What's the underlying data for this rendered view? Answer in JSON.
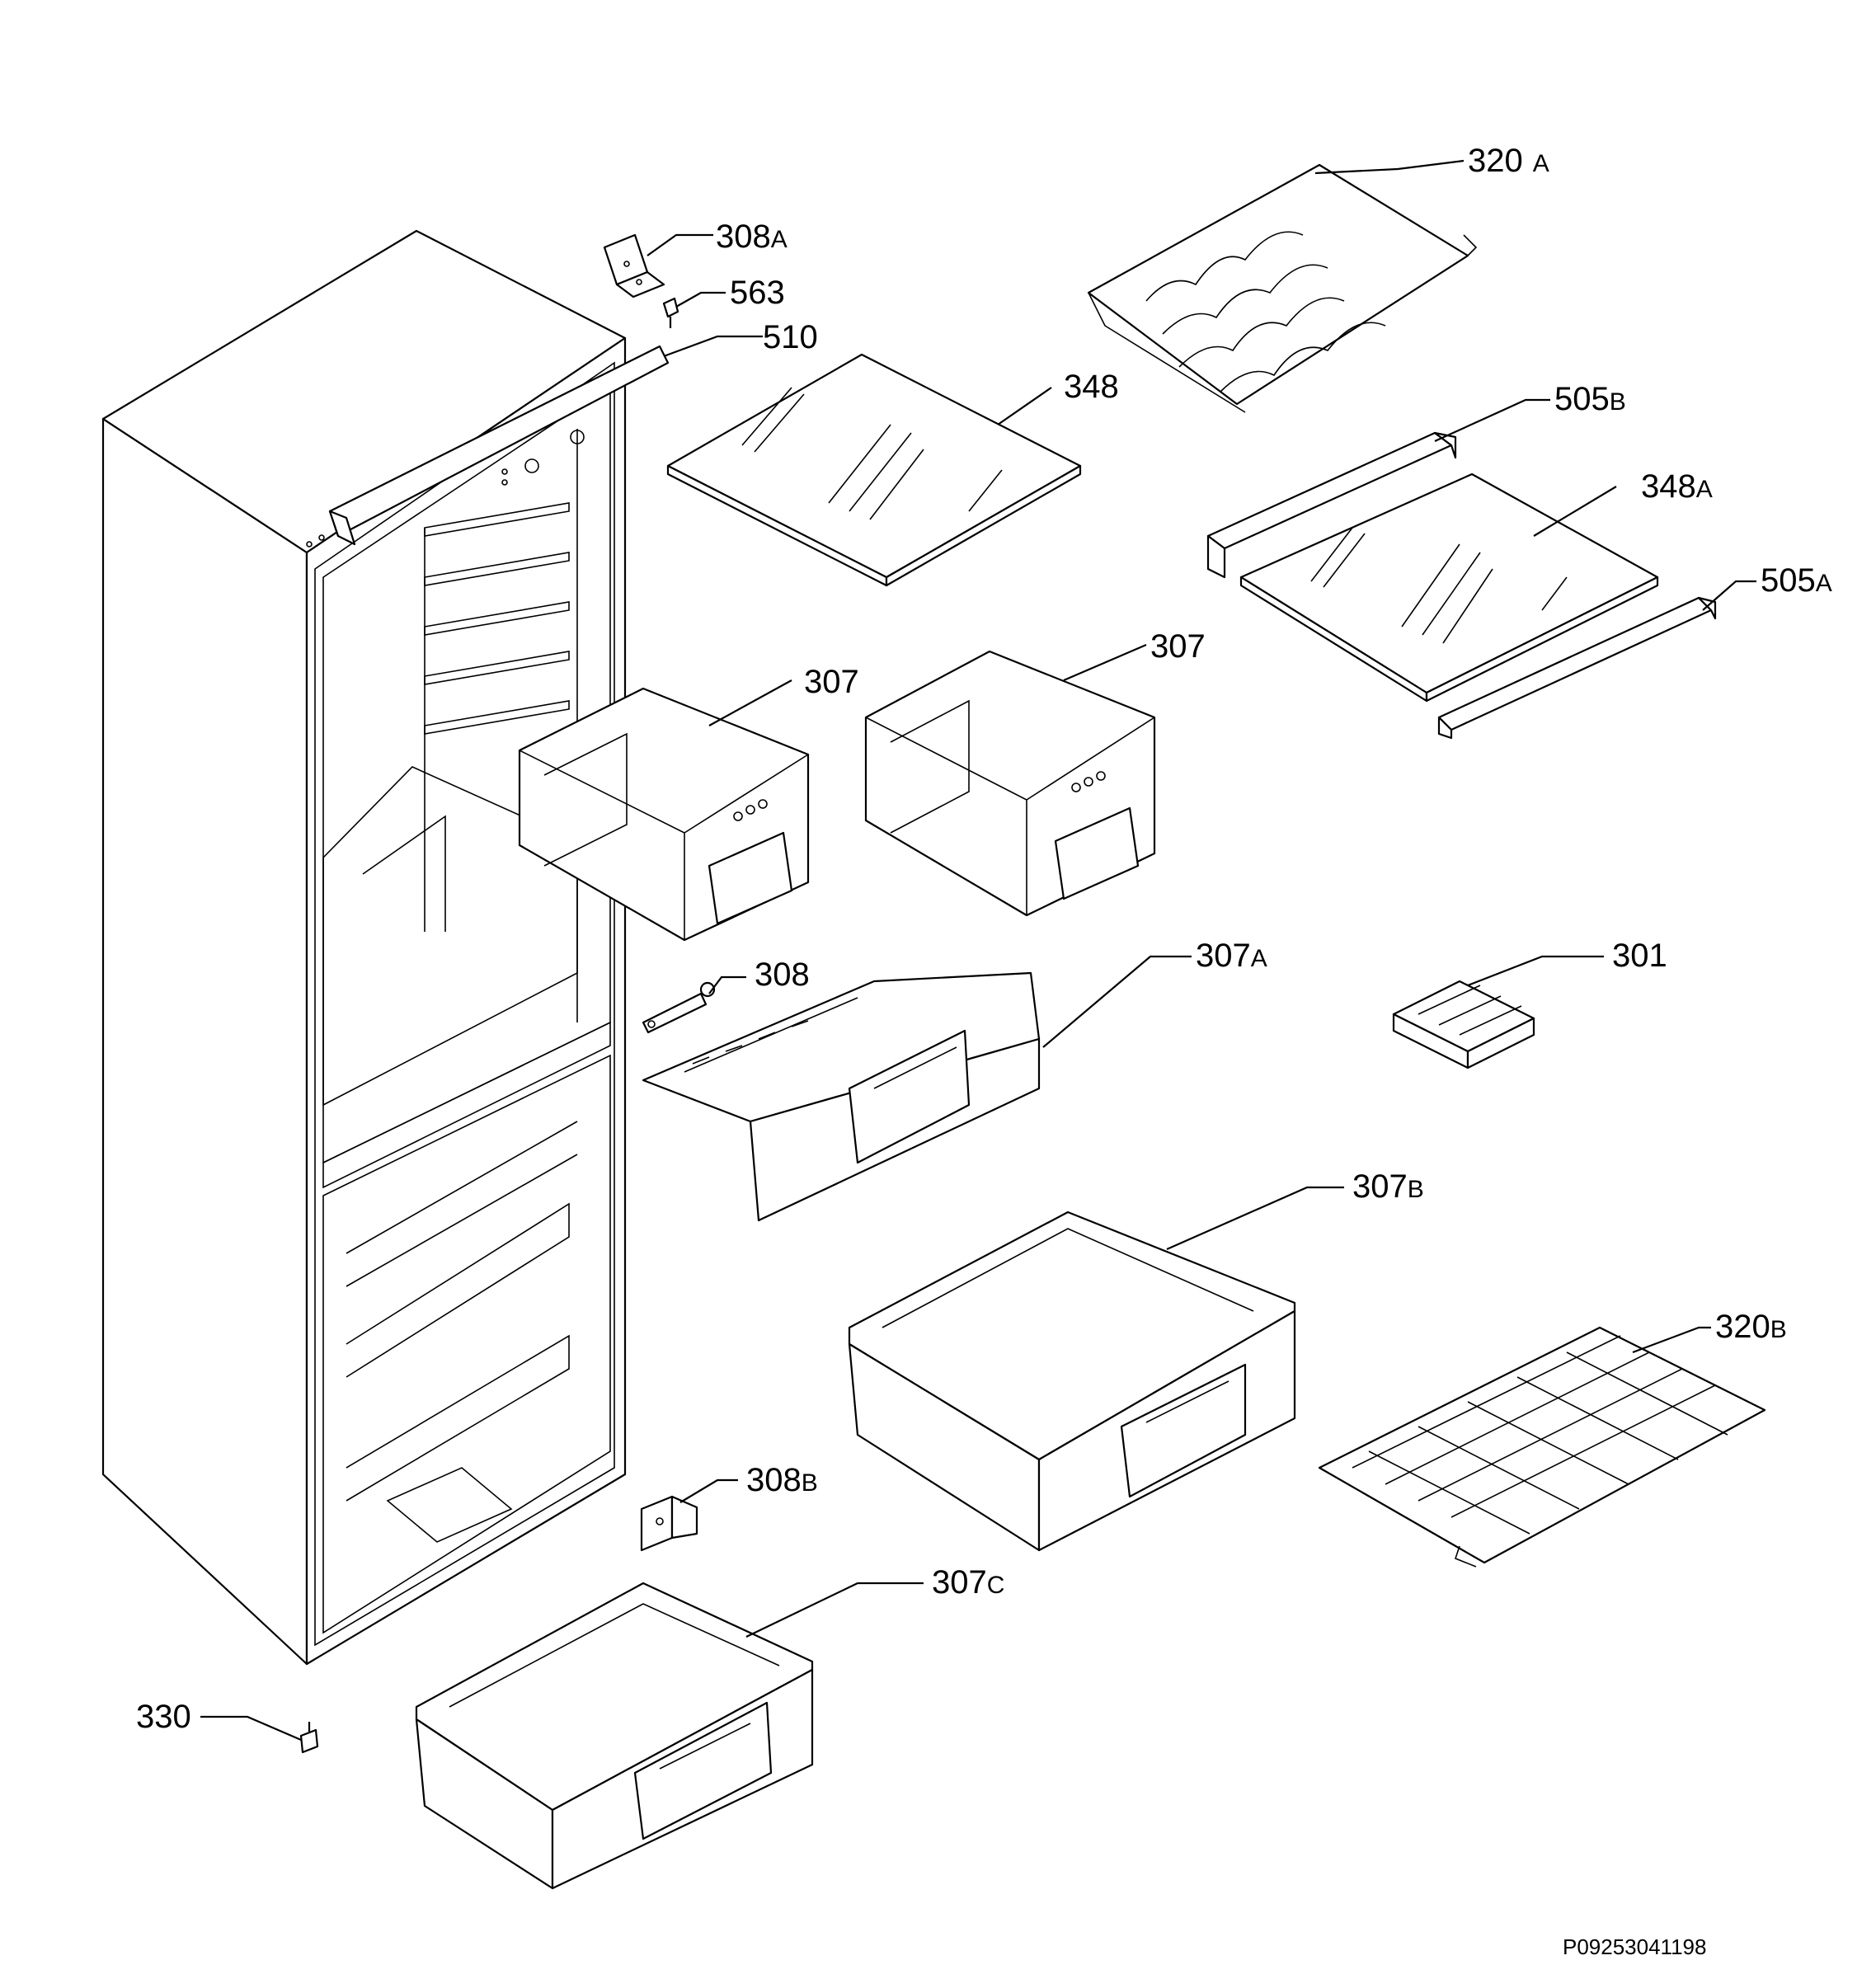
{
  "diagram": {
    "ref_code": "P09253041198",
    "parts": [
      {
        "key": "p320a",
        "num": "320",
        "suffix": "A"
      },
      {
        "key": "p308a",
        "num": "308",
        "suffix": "A"
      },
      {
        "key": "p563",
        "num": "563",
        "suffix": ""
      },
      {
        "key": "p510",
        "num": "510",
        "suffix": ""
      },
      {
        "key": "p348",
        "num": "348",
        "suffix": ""
      },
      {
        "key": "p505b",
        "num": "505",
        "suffix": "B"
      },
      {
        "key": "p348a",
        "num": "348",
        "suffix": "A"
      },
      {
        "key": "p505a",
        "num": "505",
        "suffix": "A"
      },
      {
        "key": "p307_1",
        "num": "307",
        "suffix": ""
      },
      {
        "key": "p307_2",
        "num": "307",
        "suffix": ""
      },
      {
        "key": "p308",
        "num": "308",
        "suffix": ""
      },
      {
        "key": "p307a",
        "num": "307",
        "suffix": "A"
      },
      {
        "key": "p301",
        "num": "301",
        "suffix": ""
      },
      {
        "key": "p307b",
        "num": "307",
        "suffix": "B"
      },
      {
        "key": "p320b",
        "num": "320",
        "suffix": "B"
      },
      {
        "key": "p308b",
        "num": "308",
        "suffix": "B"
      },
      {
        "key": "p307c",
        "num": "307",
        "suffix": "C"
      },
      {
        "key": "p330",
        "num": "330",
        "suffix": ""
      }
    ]
  }
}
